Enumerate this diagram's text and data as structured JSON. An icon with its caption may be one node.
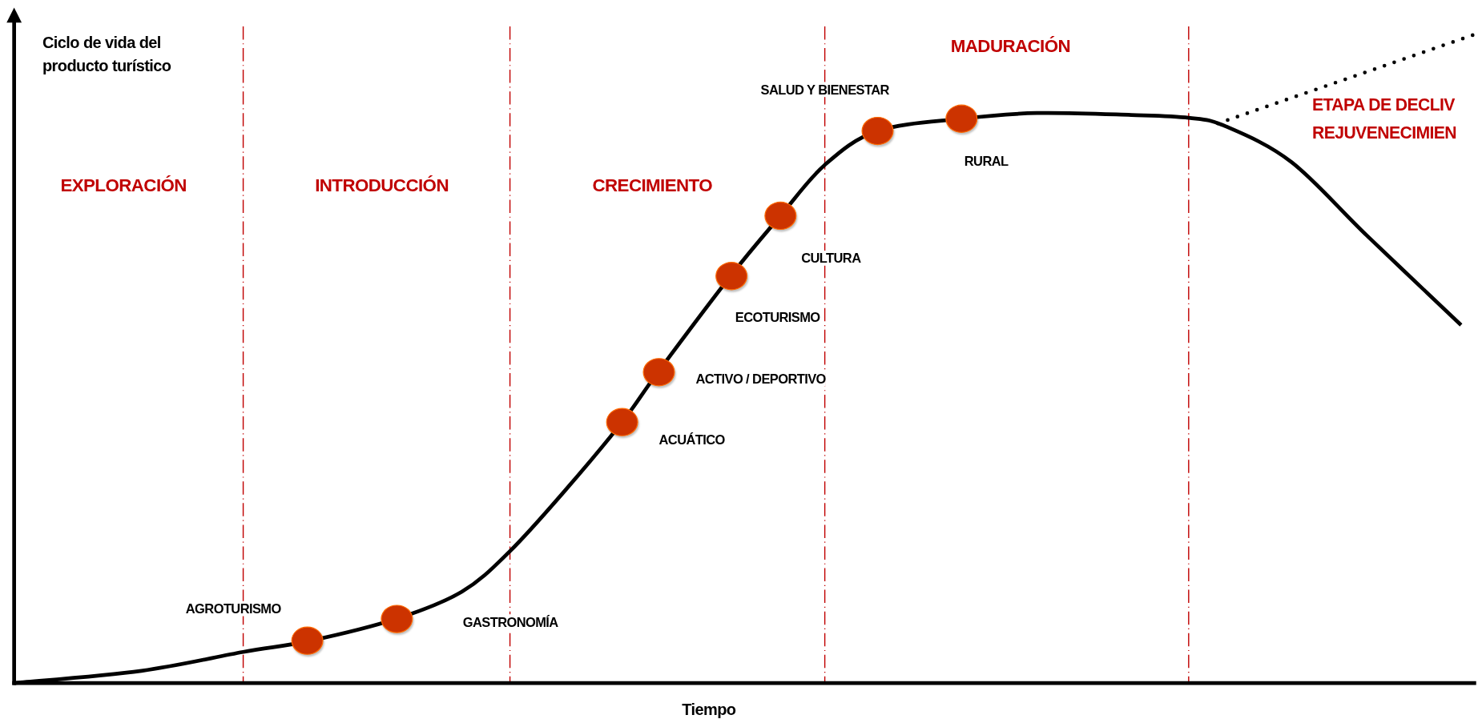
{
  "diagram": {
    "nodes": [
      {
        "text": [],
        "shape": "circle",
        "beside": [
          "AGROTURISMO"
        ]
      },
      {
        "text": [],
        "shape": "circle",
        "beside": [
          "GASTRONOMÍA"
        ]
      },
      {
        "text": [],
        "shape": "circle",
        "beside": [
          "ACUÁTICO"
        ]
      },
      {
        "text": [],
        "shape": "circle",
        "beside": [
          "ACTIVO / DEPORTIVO"
        ]
      },
      {
        "text": [],
        "shape": "circle",
        "beside": [
          "ECOTURISMO"
        ]
      },
      {
        "text": [],
        "shape": "circle",
        "beside": [
          "CULTURA"
        ]
      },
      {
        "text": [],
        "shape": "circle",
        "beside": [
          "SALUD Y BIENESTAR"
        ]
      },
      {
        "text": [],
        "shape": "circle",
        "beside": [
          "RURAL"
        ]
      }
    ],
    "labels": [
      "Ciclo de vida del producto turístico",
      "MADURACIÓN",
      "ETAPA DE DECLIV",
      "REJUVENECIMIEN",
      "EXPLORACIÓN",
      "INTRODUCCIÓN",
      "CRECIMIENTO",
      "Tiempo"
    ]
  }
}
